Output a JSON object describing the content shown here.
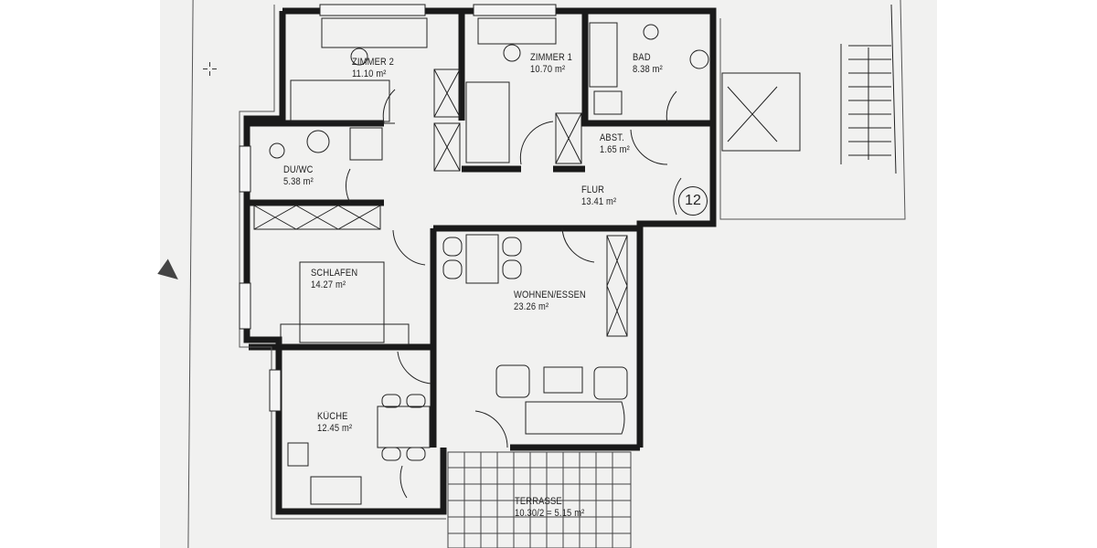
{
  "floorplan": {
    "unit_number": "12",
    "rooms": [
      {
        "name": "ZIMMER 2",
        "area": "11.10 m²"
      },
      {
        "name": "ZIMMER 1",
        "area": "10.70 m²"
      },
      {
        "name": "BAD",
        "area": "8.38 m²"
      },
      {
        "name": "ABST.",
        "area": "1.65 m²"
      },
      {
        "name": "DU/WC",
        "area": "5.38 m²"
      },
      {
        "name": "FLUR",
        "area": "13.41 m²"
      },
      {
        "name": "SCHLAFEN",
        "area": "14.27 m²"
      },
      {
        "name": "WOHNEN/ESSEN",
        "area": "23.26 m²"
      },
      {
        "name": "KÜCHE",
        "area": "12.45 m²"
      },
      {
        "name": "TERRASSE",
        "area": "10.30/2 = 5.15 m²"
      }
    ]
  }
}
